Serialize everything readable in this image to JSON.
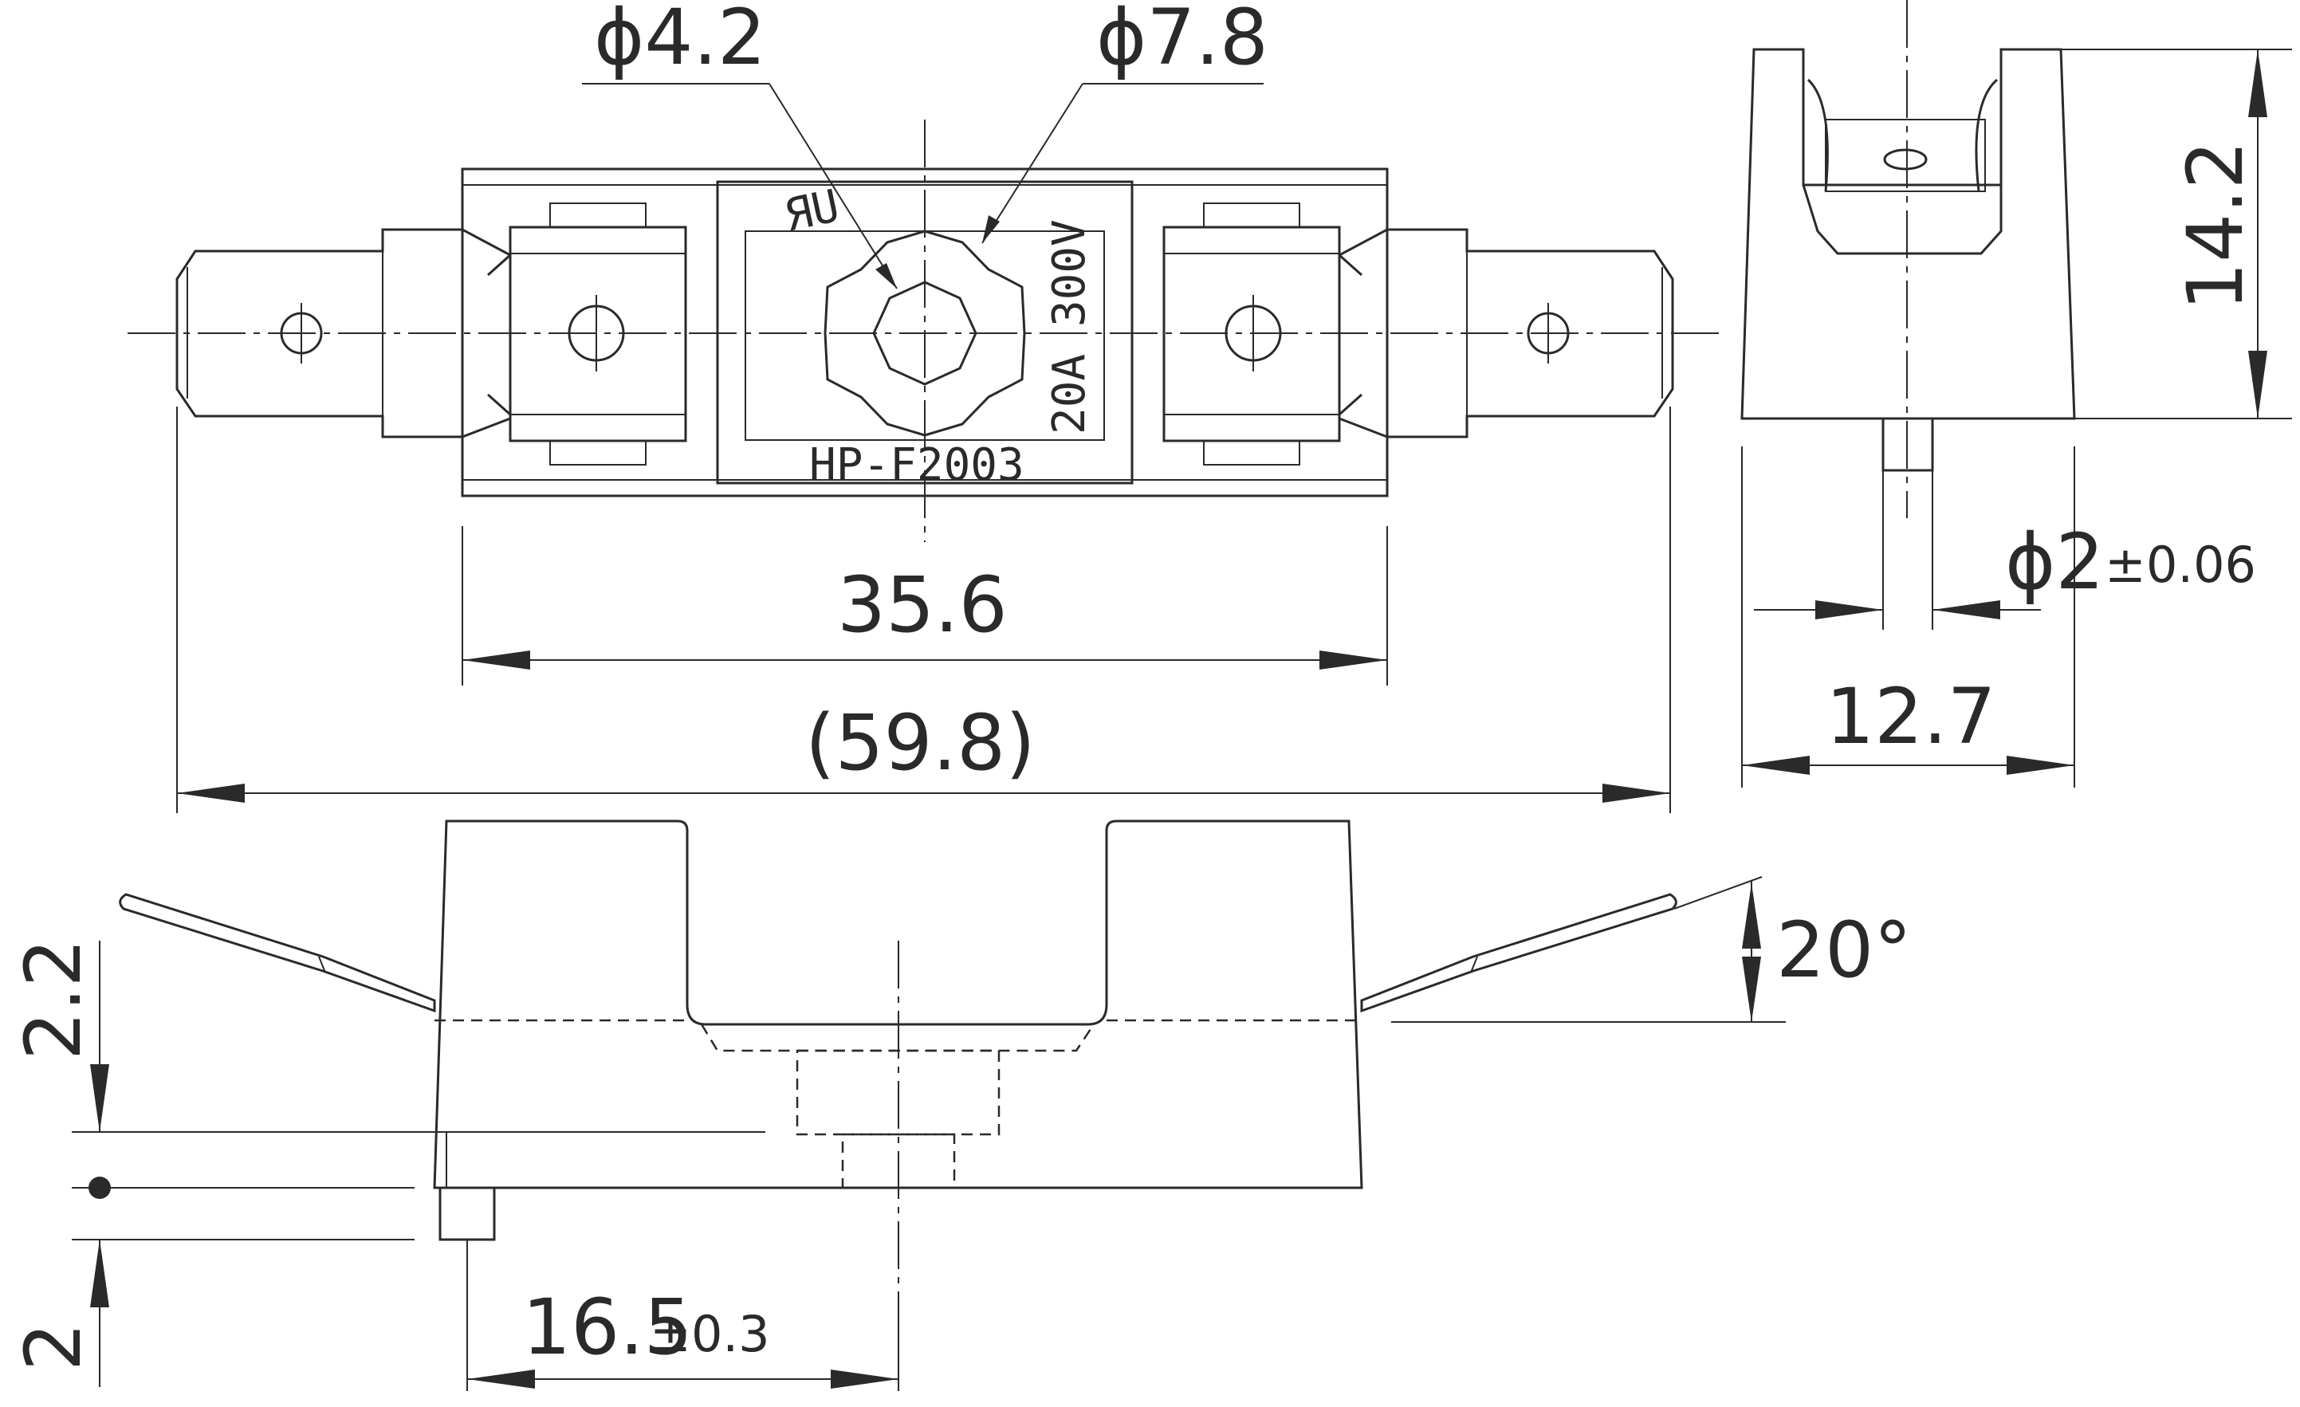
{
  "top_view": {
    "dim_hole_small": "ϕ4.2",
    "dim_hole_large": "ϕ7.8",
    "rating": "20A 300V",
    "model": "HP-F2003",
    "ul_mark": "ЯU",
    "dim_body_length": "35.6",
    "dim_overall_length": "(59.8)"
  },
  "end_view": {
    "dim_height": "14.2",
    "dim_pin_diameter": "ϕ2",
    "dim_pin_tolerance": "±0.06",
    "dim_width": "12.7"
  },
  "side_view": {
    "dim_angle": "20°",
    "dim_upper_offset": "2.2",
    "dim_pin_length": "2",
    "dim_pin_spacing": "16.5",
    "dim_pin_spacing_tolerance": "±0.3"
  }
}
